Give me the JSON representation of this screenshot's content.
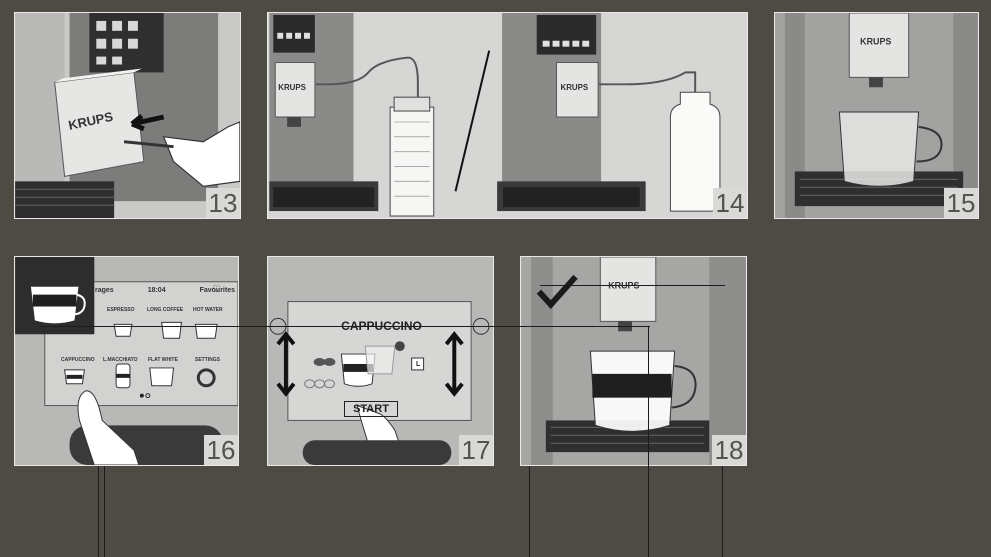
{
  "brand": "KRUPS",
  "steps": {
    "s13": "13",
    "s14": "14",
    "s15": "15",
    "s16": "16",
    "s17": "17",
    "s18": "18"
  },
  "panel16": {
    "header_left": "rages",
    "header_time": "18:04",
    "header_right": "Favourites",
    "row1": [
      "ESPRESSO",
      "LONG COFFEE",
      "HOT WATER"
    ],
    "row2": [
      "CAPPUCCINO",
      "L.MACCHIATO",
      "FLAT WHITE",
      "SETTINGS"
    ]
  },
  "panel17": {
    "title": "CAPPUCCINO",
    "start": "START",
    "size": "L"
  },
  "colors": {
    "background": "#4d4b43",
    "panel": "#d4d4d2",
    "machine_dark": "#3a3a3a",
    "check": "#1a1a1a"
  }
}
